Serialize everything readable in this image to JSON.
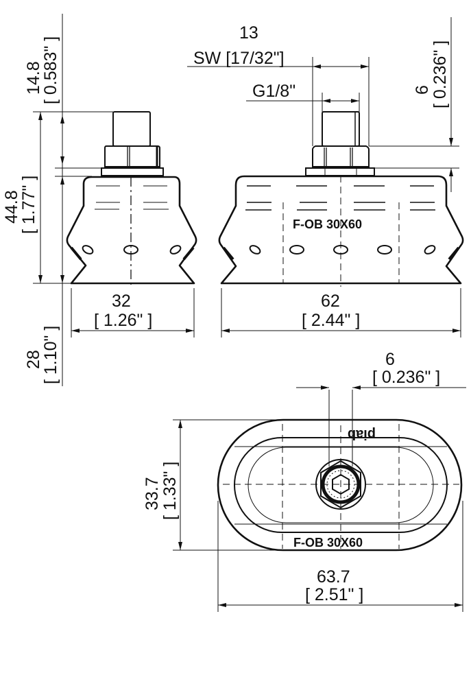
{
  "drawing": {
    "title": "Vacuum suction cup F-OB 30X60 dimensional drawing",
    "part_label": "F-OB 30X60",
    "brand_logo": "piab",
    "colors": {
      "line": "#111111",
      "background": "#ffffff"
    }
  },
  "dimensions": {
    "nipple_height": {
      "mm": "14.8",
      "inch": "[ 0.583\" ]"
    },
    "total_height": {
      "mm": "44.8",
      "inch": "[ 1.77\" ]"
    },
    "cup_height": {
      "mm": "28",
      "inch": "[ 1.10\" ]"
    },
    "wrench_size": {
      "mm": "13",
      "inch": "SW [17/32\"]"
    },
    "thread": {
      "label": "G1/8\""
    },
    "nut_height": {
      "mm": "6",
      "inch": "[ 0.236\" ]"
    },
    "side_width": {
      "mm": "32",
      "inch": "[ 1.26\" ]"
    },
    "front_width": {
      "mm": "62",
      "inch": "[ 2.44\" ]"
    },
    "bore_width": {
      "mm": "6",
      "inch": "[ 0.236\" ]"
    },
    "top_height": {
      "mm": "33.7",
      "inch": "[ 1.33\" ]"
    },
    "top_width": {
      "mm": "63.7",
      "inch": "[ 2.51\" ]"
    }
  }
}
